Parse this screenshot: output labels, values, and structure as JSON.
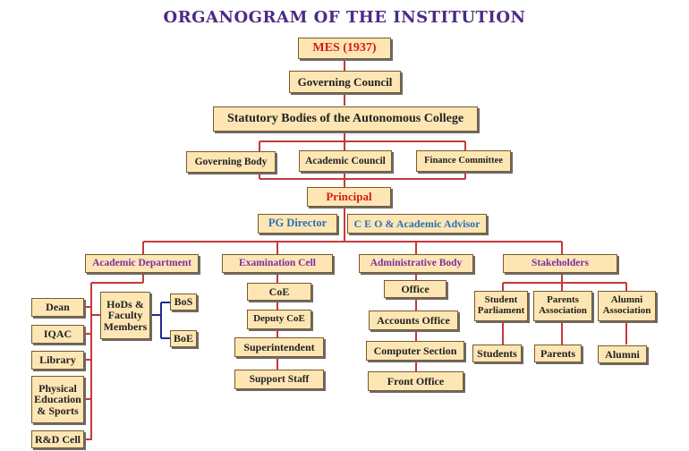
{
  "title": "ORGANOGRAM OF THE INSTITUTION",
  "top": {
    "mes": "MES (1937)",
    "governing_council": "Governing Council",
    "statutory_bodies": "Statutory Bodies of the Autonomous College"
  },
  "bodies": {
    "governing_body": "Governing Body",
    "academic_council": "Academic Council",
    "finance_committee": "Finance Committee"
  },
  "principal": "Principal",
  "pg_director": "PG Director",
  "ceo": "C E O & Academic Advisor",
  "departments": {
    "academic": "Academic Department",
    "examination": "Examination Cell",
    "administrative": "Administrative Body",
    "stakeholders": "Stakeholders"
  },
  "academic_units": {
    "dean": "Dean",
    "iqac": "IQAC",
    "library": "Library",
    "physical_education": "Physical Education & Sports",
    "rd_cell": "R&D Cell",
    "hods": "HoDs & Faculty Members",
    "bos": "BoS",
    "boe": "BoE"
  },
  "exam_units": {
    "coe": "CoE",
    "deputy_coe": "Deputy CoE",
    "superintendent": "Superintendent",
    "support_staff": "Support Staff"
  },
  "admin_units": {
    "office": "Office",
    "accounts_office": "Accounts Office",
    "computer_section": "Computer Section",
    "front_office": "Front Office"
  },
  "stakeholder_units": {
    "student_parliament": "Student Parliament",
    "parents_association": "Parents Association",
    "alumni_association": "Alumni Association",
    "students": "Students",
    "parents": "Parents",
    "alumni": "Alumni"
  },
  "colors": {
    "connector": "#c43a3a",
    "bos_connector": "#1f2a8a",
    "box_fill": "#fde6b4",
    "title": "#4a2c86",
    "principal_text": "#d81818",
    "director_text": "#2a70b8",
    "department_text": "#7a2fa0"
  }
}
